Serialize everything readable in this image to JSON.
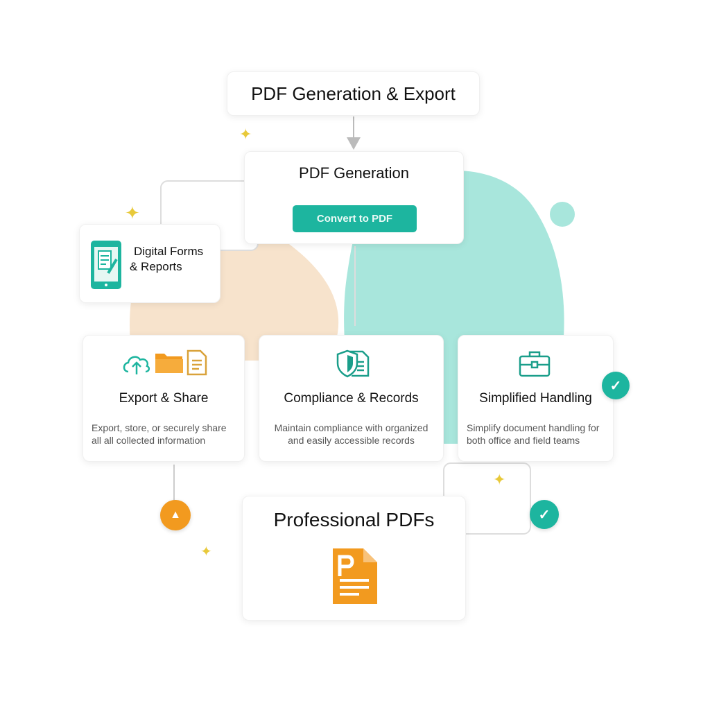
{
  "header": {
    "title": "PDF Generation & Export"
  },
  "generation": {
    "title": "PDF Generation",
    "button": "Convert to PDF"
  },
  "forms": {
    "line1": "Digital Forms",
    "line2": "& Reports"
  },
  "features": [
    {
      "title": "Export & Share",
      "desc": "Export, store, or securely share all all collected information"
    },
    {
      "title": "Compliance & Records",
      "desc": "Maintain compliance with organized and easily accessible records"
    },
    {
      "title": "Simplified Handling",
      "desc": "Simplify document handling for both office and field teams"
    }
  ],
  "output": {
    "title": "Professional PDFs"
  },
  "colors": {
    "teal": "#1db59f",
    "mint": "#a8e6dc",
    "peach": "#f7e3cc",
    "orange": "#f29a1f",
    "star": "#e8c93a"
  }
}
